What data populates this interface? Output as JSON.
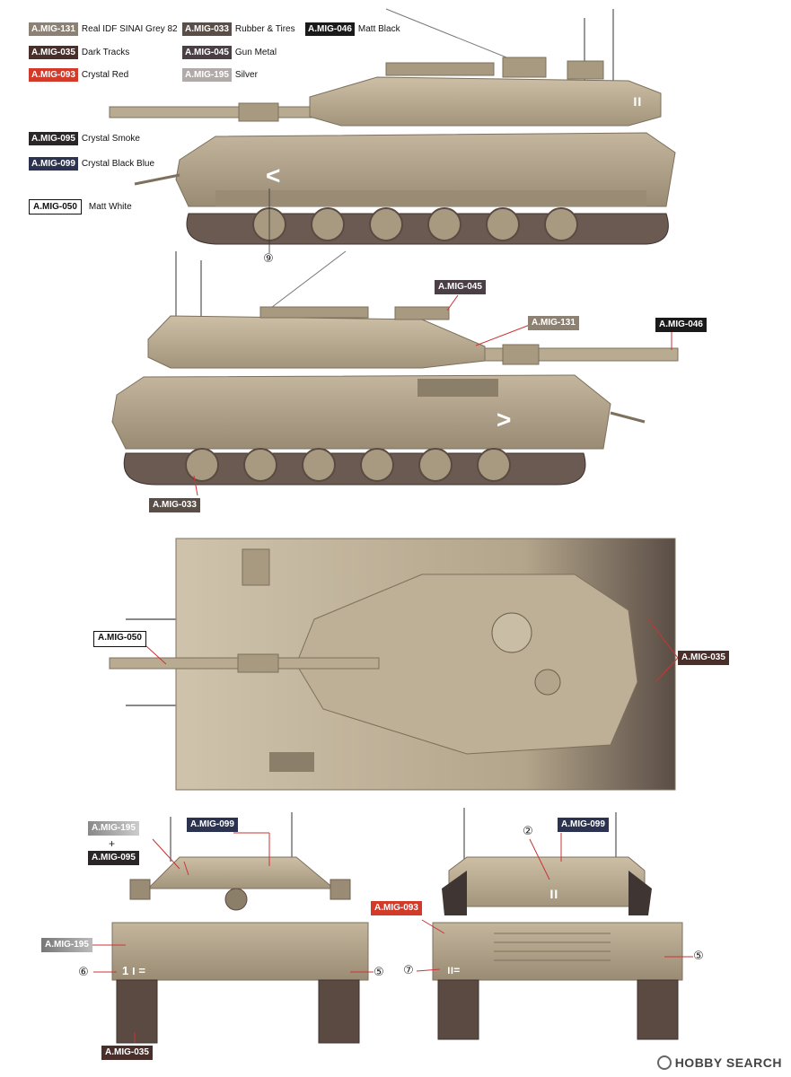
{
  "legend": [
    {
      "code": "A.MIG-131",
      "name": "Real IDF SINAI Grey 82",
      "color": "#8c8172"
    },
    {
      "code": "A.MIG-033",
      "name": "Rubber & Tires",
      "color": "#5a4f48"
    },
    {
      "code": "A.MIG-046",
      "name": "Matt Black",
      "color": "#1a1a1a"
    },
    {
      "code": "A.MIG-035",
      "name": "Dark Tracks",
      "color": "#4a2e2a"
    },
    {
      "code": "A.MIG-045",
      "name": "Gun Metal",
      "color": "#4a3f44"
    },
    {
      "code": "A.MIG-093",
      "name": "Crystal Red",
      "color": "#d23a2a"
    },
    {
      "code": "A.MIG-195",
      "name": "Silver",
      "color": "#b0aaa8"
    },
    {
      "code": "A.MIG-095",
      "name": "Crystal Smoke",
      "color": "#2a2526"
    },
    {
      "code": "A.MIG-099",
      "name": "Crystal Black Blue",
      "color": "#2c3350"
    },
    {
      "code": "A.MIG-050",
      "name": "Matt White",
      "color": "#ffffff"
    }
  ],
  "callouts": {
    "side2_045": "A.MIG-045",
    "side2_131": "A.MIG-131",
    "side2_046": "A.MIG-046",
    "side2_033": "A.MIG-033",
    "top_050": "A.MIG-050",
    "top_035": "A.MIG-035",
    "front_195a": "A.MIG-195",
    "front_plus": "+",
    "front_095": "A.MIG-095",
    "front_099": "A.MIG-099",
    "front_195b": "A.MIG-195",
    "front_035": "A.MIG-035",
    "rear_099": "A.MIG-099",
    "rear_093": "A.MIG-093"
  },
  "markers": {
    "side1_9": "⑨",
    "front_6": "⑥",
    "front_5": "⑤",
    "rear_2": "②",
    "rear_7": "⑦",
    "rear_5": "⑤"
  },
  "markings": {
    "side_chevron": ">",
    "side1_chevron": "<",
    "turret_mark": "וו",
    "front_plate": "ו 1 =",
    "rear_plate": "וו="
  },
  "watermark": "HOBBY SEARCH",
  "colors": {
    "tank_base": "#b3a48b",
    "tank_light": "#c9bda6",
    "tank_shadow": "#8c7f69",
    "track": "#5b4a42"
  }
}
